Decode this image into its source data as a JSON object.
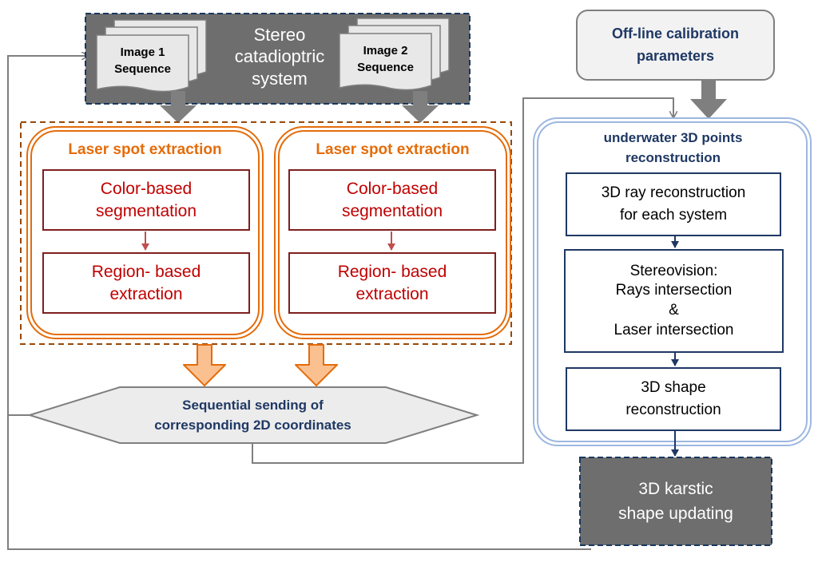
{
  "stereo_system": {
    "label": "Stereo\ncatadioptric\nsystem"
  },
  "image1_sequence": {
    "label": "Image 1\nSequence"
  },
  "image2_sequence": {
    "label": "Image 2\nSequence"
  },
  "calibration": {
    "label": "Off-line calibration\nparameters"
  },
  "left_module": {
    "title": "Laser spot extraction",
    "step1": "Color-based\nsegmentation",
    "step2": "Region- based\nextraction"
  },
  "right_module": {
    "title": "Laser spot extraction",
    "step1": "Color-based\nsegmentation",
    "step2": "Region- based\nextraction"
  },
  "sequential_sending": {
    "label": "Sequential sending of\ncorresponding 2D coordinates"
  },
  "reconstruction": {
    "title": "underwater 3D points\nreconstruction",
    "ray_step": "3D ray reconstruction\nfor each system",
    "stereo_step": "Stereovision:\nRays intersection\n&\nLaser intersection",
    "shape_step": "3D shape\nreconstruction"
  },
  "karstic_update": {
    "label": "3D karstic\nshape updating"
  },
  "colors": {
    "dark_gray": "#6e6e6e",
    "orange": "#e46c0a",
    "dark_red": "#7f1f1f",
    "navy": "#1f3864",
    "light_blue": "#9db7e0"
  }
}
